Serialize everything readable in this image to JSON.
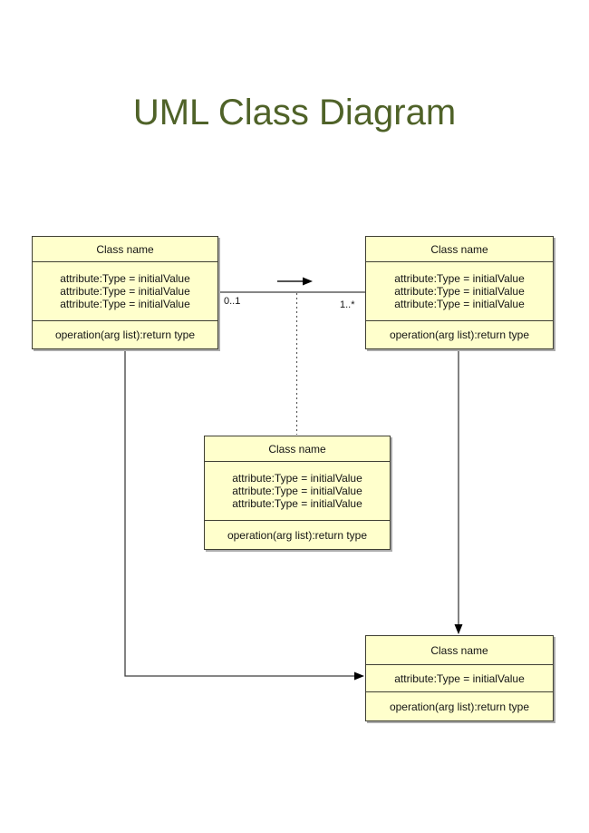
{
  "title": {
    "text": "UML Class Diagram",
    "color": "#4F6228"
  },
  "colors": {
    "background": "#FFFFFF",
    "box_fill": "#FFFFCC",
    "box_border": "#3F3F33",
    "box_shadow": "#ABABAB",
    "line": "#3F3F3F",
    "arrowhead": "#000000",
    "text": "#141414"
  },
  "classes": [
    {
      "name": "Class name",
      "attributes": [
        "attribute:Type = initialValue",
        "attribute:Type = initialValue",
        "attribute:Type = initialValue"
      ],
      "operations": [
        "operation(arg list):return type"
      ]
    },
    {
      "name": "Class name",
      "attributes": [
        "attribute:Type = initialValue",
        "attribute:Type = initialValue",
        "attribute:Type = initialValue"
      ],
      "operations": [
        "operation(arg list):return type"
      ]
    },
    {
      "name": "Class name",
      "attributes": [
        "attribute:Type = initialValue",
        "attribute:Type = initialValue",
        "attribute:Type = initialValue"
      ],
      "operations": [
        "operation(arg list):return type"
      ]
    },
    {
      "name": "Class name",
      "attributes": [
        "attribute:Type = initialValue"
      ],
      "operations": [
        "operation(arg list):return type"
      ]
    }
  ],
  "association": {
    "source_multiplicity": "0..1",
    "target_multiplicity": "1..*"
  }
}
